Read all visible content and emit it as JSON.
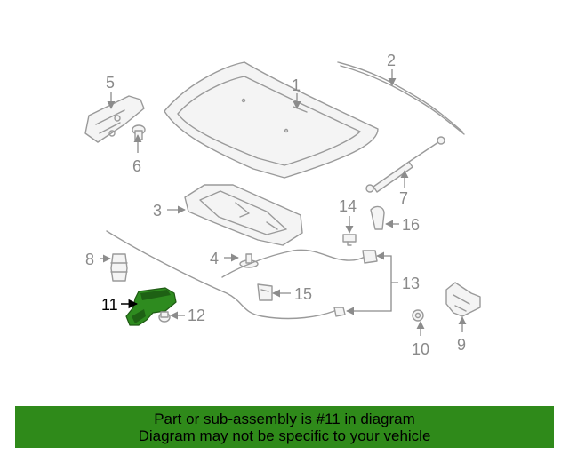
{
  "callouts": {
    "c1": "1",
    "c2": "2",
    "c3": "3",
    "c4": "4",
    "c5": "5",
    "c6": "6",
    "c7": "7",
    "c8": "8",
    "c9": "9",
    "c10": "10",
    "c11": "11",
    "c12": "12",
    "c13": "13",
    "c14": "14",
    "c15": "15",
    "c16": "16"
  },
  "highlight_color": "#2f8a1a",
  "footer": {
    "line1": "Part or sub-assembly is #11 in diagram",
    "line2": "Diagram may not be specific to your vehicle"
  }
}
